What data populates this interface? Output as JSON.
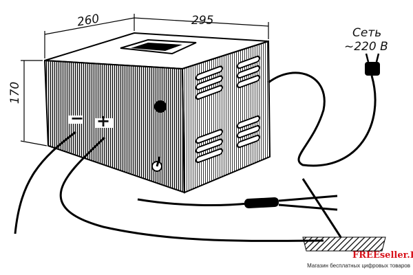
{
  "dimensions": {
    "depth": "260",
    "width": "295",
    "height": "170"
  },
  "mains_label": {
    "line1": "Сеть",
    "line2": "~220 В"
  },
  "terminals": {
    "negative": "−",
    "positive": "+"
  },
  "watermark": {
    "brand": "FREEseller.RU",
    "tagline": "Магазин бесплатных цифровых товаров"
  }
}
